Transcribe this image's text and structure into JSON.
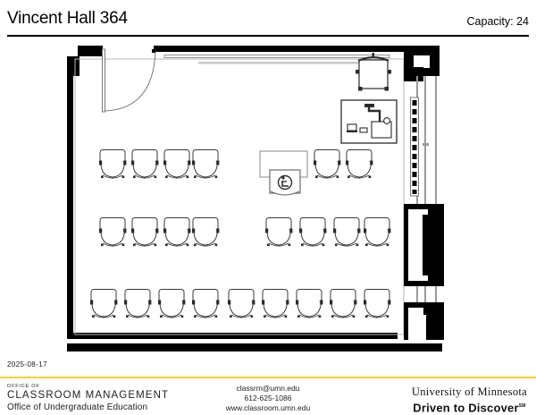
{
  "header": {
    "room_title": "Vincent Hall 364",
    "capacity_label": "Capacity: 24"
  },
  "date_stamp": "2025-08-17",
  "footer": {
    "office_eyebrow": "OFFICE OF",
    "office_name": "CLASSROOM MANAGEMENT",
    "office_parent": "Office of Undergraduate Education",
    "contact_email": "classrm@umn.edu",
    "contact_phone": "612-625-1086",
    "contact_web": "www.classroom.umn.edu",
    "university_name": "University of Minnesota",
    "university_tagline": "Driven to Discover",
    "university_tagline_mark": "SM",
    "rule_color": "#ffcc33"
  },
  "floorplan": {
    "room_name": "Vincent Hall 364",
    "wall_color": "#000000",
    "furniture_color": "#222222",
    "seat_count_total": 24,
    "rows": [
      {
        "name": "row-1",
        "seat_count": 6,
        "left_cluster_seats": 4,
        "right_cluster_seats": 2,
        "has_accessible_station": true
      },
      {
        "name": "row-2",
        "seat_count": 8,
        "left_cluster_seats": 4,
        "right_cluster_seats": 4,
        "has_accessible_station": false
      },
      {
        "name": "row-3",
        "seat_count": 9,
        "left_cluster_seats": 4,
        "right_cluster_seats": 5,
        "has_accessible_station": false
      }
    ],
    "features": [
      {
        "name": "entry-door",
        "label": "door"
      },
      {
        "name": "whiteboard",
        "label": "whiteboard"
      },
      {
        "name": "instructor-station",
        "label": "instructor station"
      },
      {
        "name": "side-table",
        "label": "table with chair"
      },
      {
        "name": "accessible-seat",
        "label": "wheelchair accessible station"
      },
      {
        "name": "windows",
        "label": "windows"
      }
    ]
  }
}
